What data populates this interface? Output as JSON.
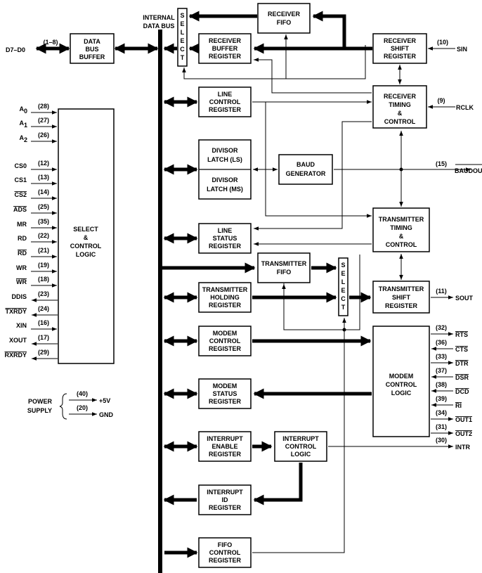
{
  "bus_label": [
    "INTERNAL",
    "DATA BUS"
  ],
  "data_bus": {
    "label": "D7–D0",
    "pins": "(1–8)"
  },
  "blocks": {
    "data_bus_buffer": [
      "DATA",
      "BUS",
      "BUFFER"
    ],
    "select_top": [
      "S",
      "E",
      "L",
      "E",
      "C",
      "T"
    ],
    "select_mid": [
      "S",
      "E",
      "L",
      "E",
      "C",
      "T"
    ],
    "receiver_fifo": [
      "RECEIVER",
      "FIFO"
    ],
    "receiver_buffer_register": [
      "RECEIVER",
      "BUFFER",
      "REGISTER"
    ],
    "receiver_shift_register": [
      "RECEIVER",
      "SHIFT",
      "REGISTER"
    ],
    "line_control_register": [
      "LINE",
      "CONTROL",
      "REGISTER"
    ],
    "receiver_timing_control": [
      "RECEIVER",
      "TIMING",
      "&",
      "CONTROL"
    ],
    "divisor_latch_ls": [
      "DIVISOR",
      "LATCH (LS)"
    ],
    "divisor_latch_ms": [
      "DIVISOR",
      "LATCH (MS)"
    ],
    "baud_generator": [
      "BAUD",
      "GENERATOR"
    ],
    "transmitter_timing_control": [
      "TRANSMITTER",
      "TIMING",
      "&",
      "CONTROL"
    ],
    "line_status_register": [
      "LINE",
      "STATUS",
      "REGISTER"
    ],
    "transmitter_fifo": [
      "TRANSMITTER",
      "FIFO"
    ],
    "transmitter_holding_register": [
      "TRANSMITTER",
      "HOLDING",
      "REGISTER"
    ],
    "transmitter_shift_register": [
      "TRANSMITTER",
      "SHIFT",
      "REGISTER"
    ],
    "modem_control_register": [
      "MODEM",
      "CONTROL",
      "REGISTER"
    ],
    "modem_status_register": [
      "MODEM",
      "STATUS",
      "REGISTER"
    ],
    "modem_control_logic": [
      "MODEM",
      "CONTROL",
      "LOGIC"
    ],
    "interrupt_enable_register": [
      "INTERRUPT",
      "ENABLE",
      "REGISTER"
    ],
    "interrupt_control_logic": [
      "INTERRUPT",
      "CONTROL",
      "LOGIC"
    ],
    "interrupt_id_register": [
      "INTERRUPT",
      "ID",
      "REGISTER"
    ],
    "fifo_control_register": [
      "FIFO",
      "CONTROL",
      "REGISTER"
    ],
    "select_control_logic": [
      "SELECT",
      "&",
      "CONTROL",
      "LOGIC"
    ]
  },
  "left_pins": [
    {
      "name": "A0",
      "num": "(28)",
      "overline": false,
      "dir": "in"
    },
    {
      "name": "A1",
      "num": "(27)",
      "overline": false,
      "dir": "in"
    },
    {
      "name": "A2",
      "num": "(26)",
      "overline": false,
      "dir": "in"
    },
    {
      "name": "CS0",
      "num": "(12)",
      "overline": false,
      "dir": "in"
    },
    {
      "name": "CS1",
      "num": "(13)",
      "overline": false,
      "dir": "in"
    },
    {
      "name": "CS2",
      "num": "(14)",
      "overline": true,
      "dir": "in"
    },
    {
      "name": "ADS",
      "num": "(25)",
      "overline": true,
      "dir": "in"
    },
    {
      "name": "MR",
      "num": "(35)",
      "overline": false,
      "dir": "in"
    },
    {
      "name": "RD",
      "num": "(22)",
      "overline": false,
      "dir": "in"
    },
    {
      "name": "RD",
      "num": "(21)",
      "overline": true,
      "dir": "in"
    },
    {
      "name": "WR",
      "num": "(19)",
      "overline": false,
      "dir": "in"
    },
    {
      "name": "WR",
      "num": "(18)",
      "overline": true,
      "dir": "in"
    },
    {
      "name": "DDIS",
      "num": "(23)",
      "overline": false,
      "dir": "out"
    },
    {
      "name": "TXRDY",
      "num": "(24)",
      "overline": true,
      "dir": "out"
    },
    {
      "name": "XIN",
      "num": "(16)",
      "overline": false,
      "dir": "in"
    },
    {
      "name": "XOUT",
      "num": "(17)",
      "overline": false,
      "dir": "out"
    },
    {
      "name": "RXRDY",
      "num": "(29)",
      "overline": true,
      "dir": "out"
    }
  ],
  "power": {
    "label": [
      "POWER",
      "SUPPLY"
    ],
    "vcc": {
      "num": "(40)",
      "name": "+5V"
    },
    "gnd": {
      "num": "(20)",
      "name": "GND"
    }
  },
  "right_pins": {
    "sin": {
      "num": "(10)",
      "name": "SIN"
    },
    "rclk": {
      "num": "(9)",
      "name": "RCLK"
    },
    "baudout": {
      "num": "(15)",
      "name": "BAUDOUT"
    },
    "sout": {
      "num": "(11)",
      "name": "SOUT"
    },
    "intr": {
      "num": "(30)",
      "name": "INTR"
    }
  },
  "modem_pins": [
    {
      "name": "RTS",
      "num": "(32)",
      "dir": "out"
    },
    {
      "name": "CTS",
      "num": "(36)",
      "dir": "in"
    },
    {
      "name": "DTR",
      "num": "(33)",
      "dir": "out"
    },
    {
      "name": "DSR",
      "num": "(37)",
      "dir": "in"
    },
    {
      "name": "DCD",
      "num": "(38)",
      "dir": "in"
    },
    {
      "name": "RI",
      "num": "(39)",
      "dir": "in"
    },
    {
      "name": "OUT1",
      "num": "(34)",
      "dir": "out"
    },
    {
      "name": "OUT2",
      "num": "(31)",
      "dir": "out"
    }
  ]
}
